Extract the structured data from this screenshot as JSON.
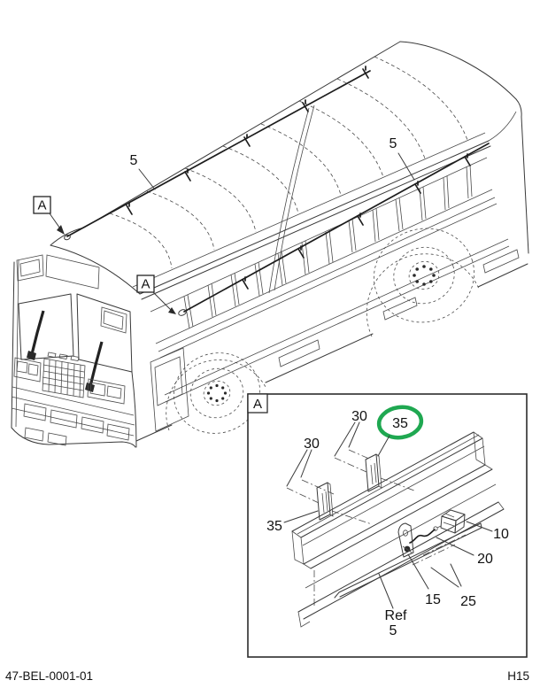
{
  "page": {
    "background": "#ffffff",
    "line_color": "#3a3a3a",
    "highlight_color": "#1FA851"
  },
  "footer": {
    "document_number": "47-BEL-0001-01",
    "page_code": "H15"
  },
  "main_view": {
    "detail_marker_front": "A",
    "detail_marker_side": "A",
    "harness_roof_callout": "5",
    "harness_side_callout": "5"
  },
  "inset_view": {
    "panel_label": "A",
    "clip_upper_left_callout": "30",
    "clip_upper_right_callout": "30",
    "shim_circled_callout": "35",
    "shim_left_callout": "35",
    "connector_callout": "10",
    "wire_callout": "20",
    "bracket_callout": "15",
    "hardware_callout": "25",
    "ref_label": "Ref",
    "ref_number": "5"
  }
}
